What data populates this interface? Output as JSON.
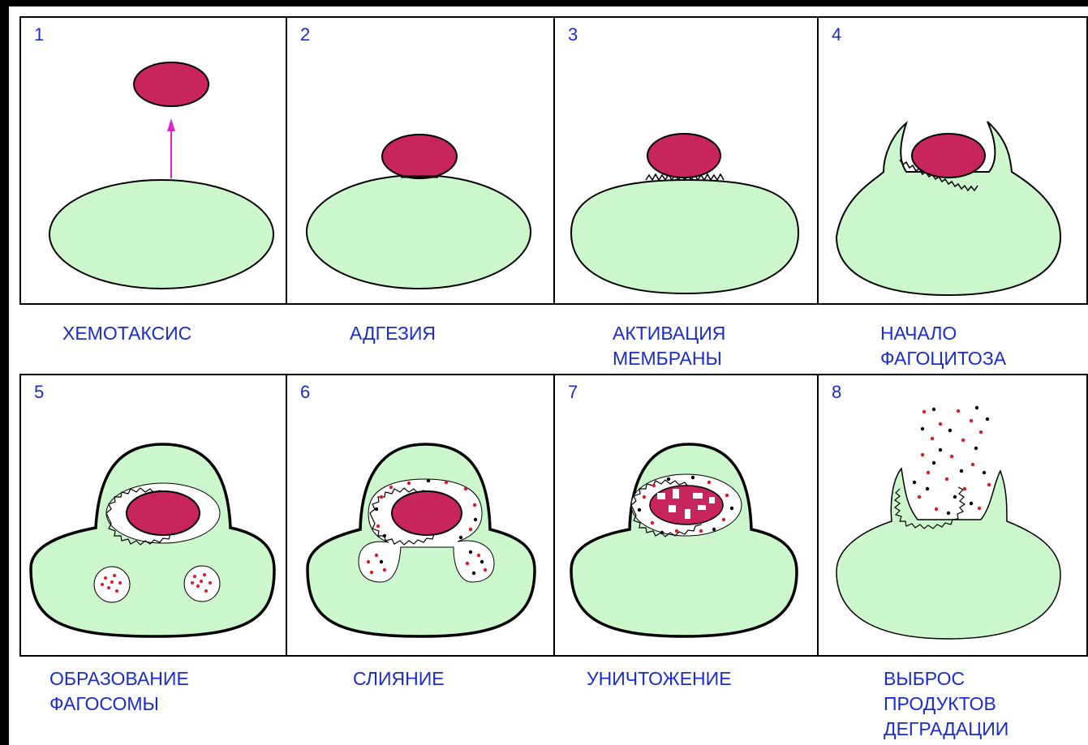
{
  "colors": {
    "cell_fill": "#ccf7cc",
    "bacterium": "#c8245e",
    "outline": "#000000",
    "arrow": "#e61ed2",
    "text": "#1a2bd0",
    "granule_red": "#e01828",
    "granule_black": "#000000",
    "background": "#000000",
    "sheet": "#ffffff"
  },
  "stages": [
    {
      "number": "1",
      "caption": "ХЕМОТАКСИС"
    },
    {
      "number": "2",
      "caption": "АДГЕЗИЯ"
    },
    {
      "number": "3",
      "caption": "АКТИВАЦИЯ\nМЕМБРАНЫ"
    },
    {
      "number": "4",
      "caption": "НАЧАЛО\nФАГОЦИТОЗА"
    },
    {
      "number": "5",
      "caption": "ОБРАЗОВАНИЕ\nФАГОСОМЫ"
    },
    {
      "number": "6",
      "caption": "СЛИЯНИЕ"
    },
    {
      "number": "7",
      "caption": "УНИЧТОЖЕНИЕ"
    },
    {
      "number": "8",
      "caption": "ВЫБРОС\nПРОДУКТОВ\nДЕГРАДАЦИИ"
    }
  ]
}
